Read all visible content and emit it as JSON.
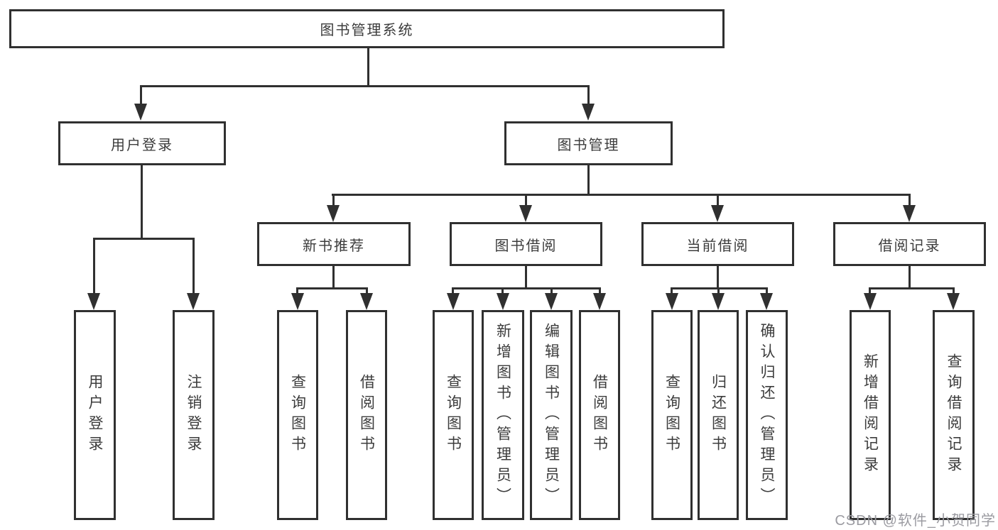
{
  "tree": {
    "root_label": "图书管理系统",
    "children": [
      {
        "label": "用户登录",
        "children": [
          {
            "label": "用户登录"
          },
          {
            "label": "注销登录"
          }
        ]
      },
      {
        "label": "图书管理",
        "children": [
          {
            "label": "新书推荐",
            "children": [
              {
                "label": "查询图书"
              },
              {
                "label": "借阅图书"
              }
            ]
          },
          {
            "label": "图书借阅",
            "children": [
              {
                "label": "查询图书"
              },
              {
                "label": "新增图书（管理员）"
              },
              {
                "label": "编辑图书（管理员）"
              },
              {
                "label": "借阅图书"
              }
            ]
          },
          {
            "label": "当前借阅",
            "children": [
              {
                "label": "查询图书"
              },
              {
                "label": "归还图书"
              },
              {
                "label": "确认归还（管理员）"
              }
            ]
          },
          {
            "label": "借阅记录",
            "children": [
              {
                "label": "新增借阅记录"
              },
              {
                "label": "查询借阅记录"
              }
            ]
          }
        ]
      }
    ]
  },
  "watermark": {
    "text": "CSDN @软件_小贺同学"
  },
  "colors": {
    "line": "#303030",
    "text": "#3c3c3c",
    "watermark": "#9b9ba1"
  }
}
